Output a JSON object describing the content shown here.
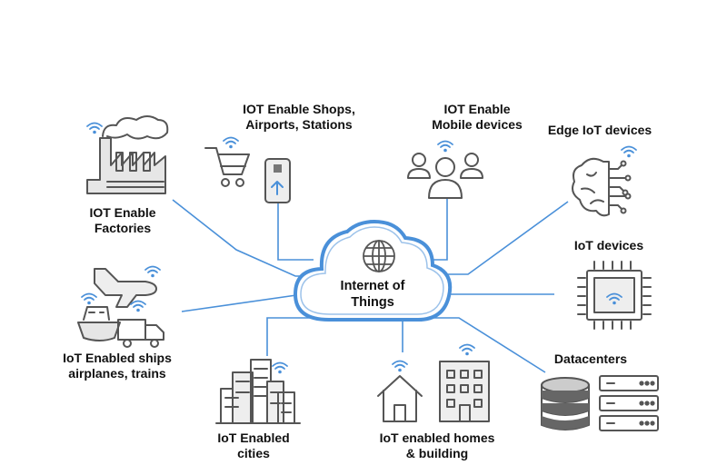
{
  "colors": {
    "connector": "#4a90d9",
    "cloud_stroke": "#4a90d9",
    "cloud_fill": "#ffffff",
    "icon_stroke": "#555555",
    "icon_fill": "#e6e6e6",
    "wifi": "#4a90d9",
    "text": "#111111"
  },
  "center": {
    "line1": "Internet of",
    "line2": "Things",
    "icon": "globe-icon"
  },
  "nodes": {
    "shops": {
      "line1": "IOT Enable Shops,",
      "line2": "Airports, Stations",
      "icons": [
        "shopping-cart-icon",
        "smartphone-icon",
        "wifi-icon"
      ]
    },
    "mobile": {
      "line1": "IOT Enable",
      "line2": "Mobile devices",
      "icons": [
        "users-icon",
        "wifi-icon"
      ]
    },
    "edge": {
      "line1": "Edge IoT devices",
      "icons": [
        "brain-circuit-icon",
        "wifi-icon"
      ]
    },
    "iot": {
      "line1": "IoT devices",
      "icons": [
        "chip-icon",
        "wifi-icon"
      ]
    },
    "dc": {
      "line1": "Datacenters",
      "icons": [
        "database-icon",
        "server-rack-icon"
      ]
    },
    "homes": {
      "line1": "IoT enabled homes",
      "line2": "& building",
      "icons": [
        "house-icon",
        "building-icon",
        "wifi-icon"
      ]
    },
    "cities": {
      "line1": "IoT Enabled",
      "line2": "cities",
      "icons": [
        "city-skyline-icon",
        "wifi-icon"
      ]
    },
    "ships": {
      "line1": "IoT Enabled ships",
      "line2": "airplanes, trains",
      "icons": [
        "airplane-icon",
        "ship-icon",
        "truck-icon",
        "wifi-icon"
      ]
    },
    "factories": {
      "line1": "IOT Enable",
      "line2": "Factories",
      "icons": [
        "factory-icon",
        "wifi-icon"
      ]
    }
  }
}
